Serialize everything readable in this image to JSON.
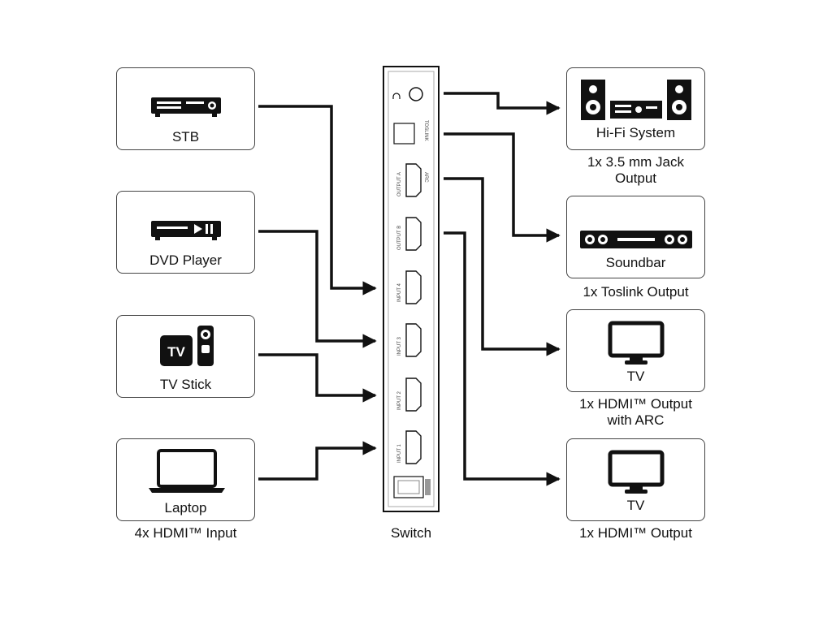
{
  "inputs": {
    "stb": {
      "label": "STB",
      "icon": "set-top-box-icon"
    },
    "dvd": {
      "label": "DVD Player",
      "icon": "dvd-player-icon"
    },
    "tvstick": {
      "label": "TV Stick",
      "icon": "tv-stick-icon",
      "icon_text": "TV"
    },
    "laptop": {
      "label": "Laptop",
      "icon": "laptop-icon"
    },
    "caption": "4x HDMI™ Input"
  },
  "switch": {
    "caption": "Switch",
    "ports": {
      "toslink": "TOSLINK",
      "output_a": "OUTPUT A",
      "arc": "ARC",
      "output_b": "OUTPUT B",
      "input_4": "INPUT 4",
      "input_3": "INPUT 3",
      "input_2": "INPUT 2",
      "input_1": "INPUT 1"
    }
  },
  "outputs": {
    "hifi": {
      "label": "Hi-Fi System",
      "icon": "hifi-system-icon",
      "caption_1": "1x 3.5 mm Jack",
      "caption_2": "Output"
    },
    "soundbar": {
      "label": "Soundbar",
      "icon": "soundbar-icon",
      "caption_1": "1x Toslink Output"
    },
    "tv_arc": {
      "label": "TV",
      "icon": "tv-icon",
      "caption_1": "1x HDMI™ Output",
      "caption_2": "with ARC"
    },
    "tv": {
      "label": "TV",
      "icon": "tv-icon",
      "caption_1": "1x HDMI™ Output"
    }
  },
  "colors": {
    "line": "#111111",
    "border": "#444444"
  }
}
